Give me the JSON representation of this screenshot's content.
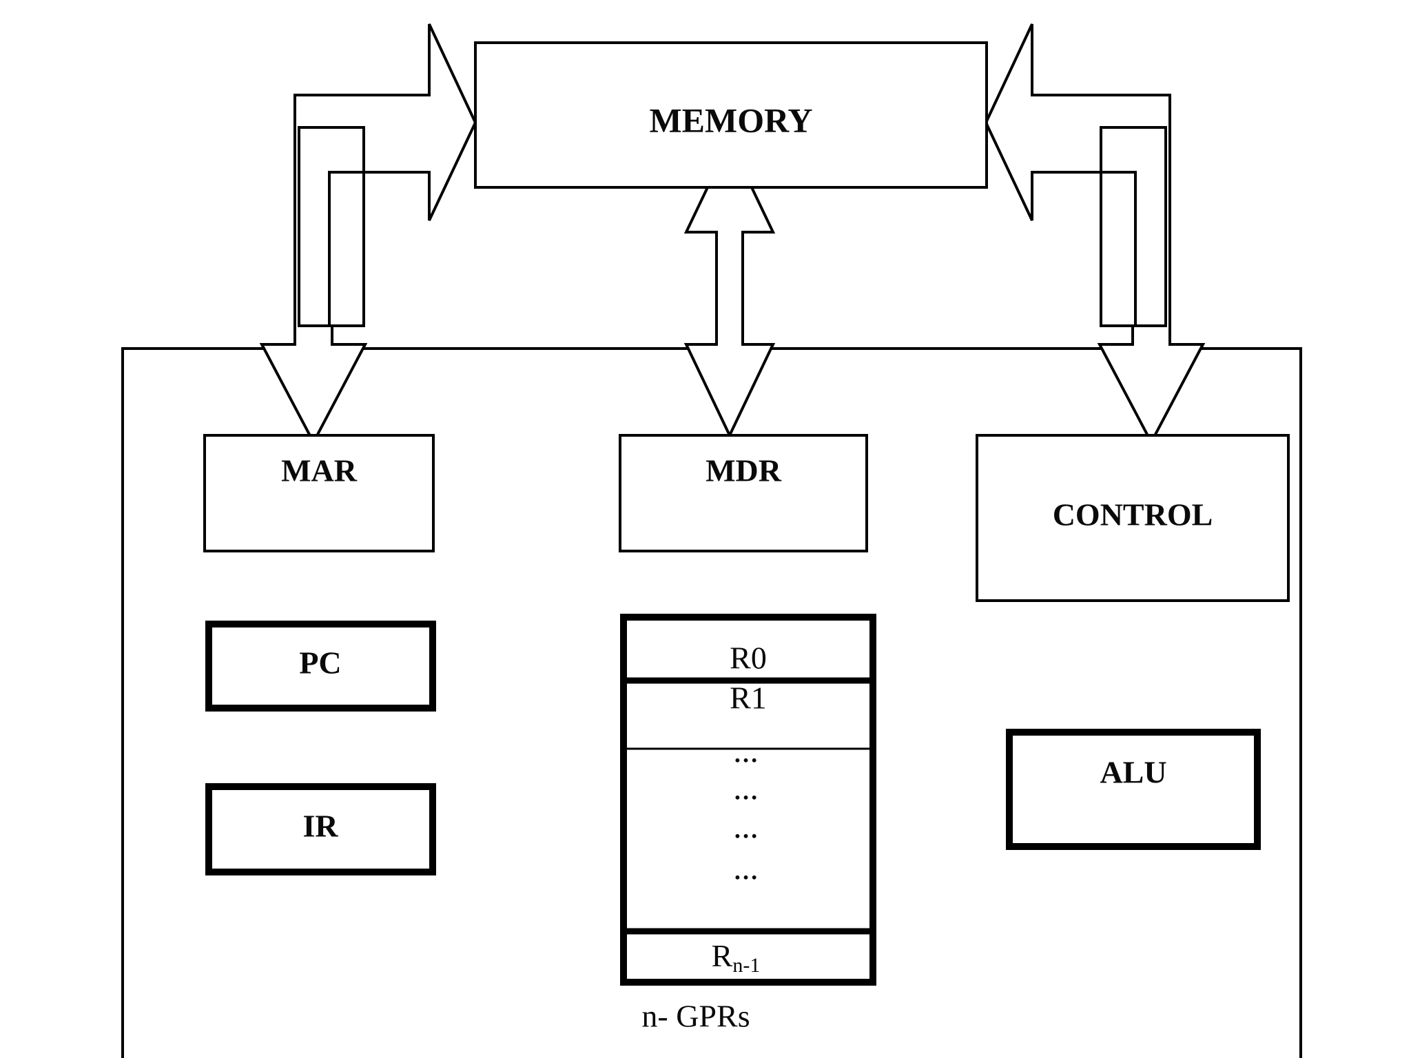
{
  "diagram": {
    "title_memory": "MEMORY",
    "cpu_block": {
      "name": "cpu-boundary"
    },
    "boxes": [
      {
        "id": "memory",
        "label": "MEMORY",
        "style": "thin"
      },
      {
        "id": "mar",
        "label": "MAR",
        "style": "thin"
      },
      {
        "id": "mdr",
        "label": "MDR",
        "style": "thin"
      },
      {
        "id": "control",
        "label": "CONTROL",
        "style": "thin"
      },
      {
        "id": "pc",
        "label": "PC",
        "style": "thick"
      },
      {
        "id": "ir",
        "label": "IR",
        "style": "thick"
      },
      {
        "id": "alu",
        "label": "ALU",
        "style": "thick"
      }
    ],
    "register_file": {
      "caption": "n- GPRs",
      "rows": [
        {
          "label": "R0",
          "sub": "",
          "kind": "register"
        },
        {
          "label": "R1",
          "sub": "",
          "kind": "register"
        },
        {
          "label": "…",
          "sub": "",
          "kind": "ellipsis"
        },
        {
          "label": "…",
          "sub": "",
          "kind": "ellipsis"
        },
        {
          "label": "…",
          "sub": "",
          "kind": "ellipsis"
        },
        {
          "label": "…",
          "sub": "",
          "kind": "ellipsis"
        },
        {
          "label": "R",
          "sub": "n-1",
          "kind": "register"
        }
      ]
    },
    "connectors": [
      {
        "id": "mar-to-memory",
        "from": "MAR",
        "to": "MEMORY",
        "direction": "one-way"
      },
      {
        "id": "memory-to-mdr",
        "from": "MEMORY",
        "to": "MDR",
        "direction": "two-way"
      },
      {
        "id": "control-to-memory",
        "from": "CONTROL",
        "to": "MEMORY",
        "direction": "one-way"
      }
    ],
    "colors": {
      "stroke": "#000000",
      "fill": "#ffffff",
      "text": "#0a0a0a"
    }
  }
}
